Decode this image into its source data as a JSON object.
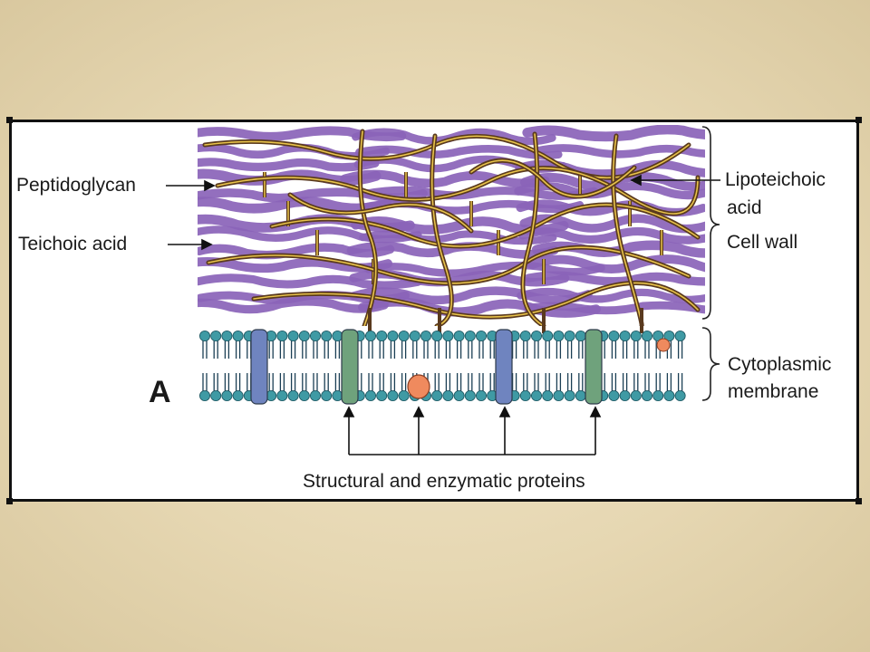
{
  "labels": {
    "peptidoglycan": "Peptidoglycan",
    "teichoic_acid": "Teichoic acid",
    "lipoteichoic_line1": "Lipoteichoic",
    "lipoteichoic_line2": "acid",
    "cell_wall": "Cell wall",
    "cytoplasmic_line1": "Cytoplasmic",
    "cytoplasmic_line2": "membrane",
    "proteins": "Structural and enzymatic proteins",
    "panel": "A"
  },
  "colors": {
    "peptidoglycan": "#8a63b8",
    "teichoic_strand": "#5a3a1e",
    "teichoic_highlight": "#e8c34a",
    "lipid_head": "#3f9aa4",
    "protein_blue": "#6f84bf",
    "protein_green": "#6fa27c",
    "protein_orange": "#ef8a5e"
  }
}
